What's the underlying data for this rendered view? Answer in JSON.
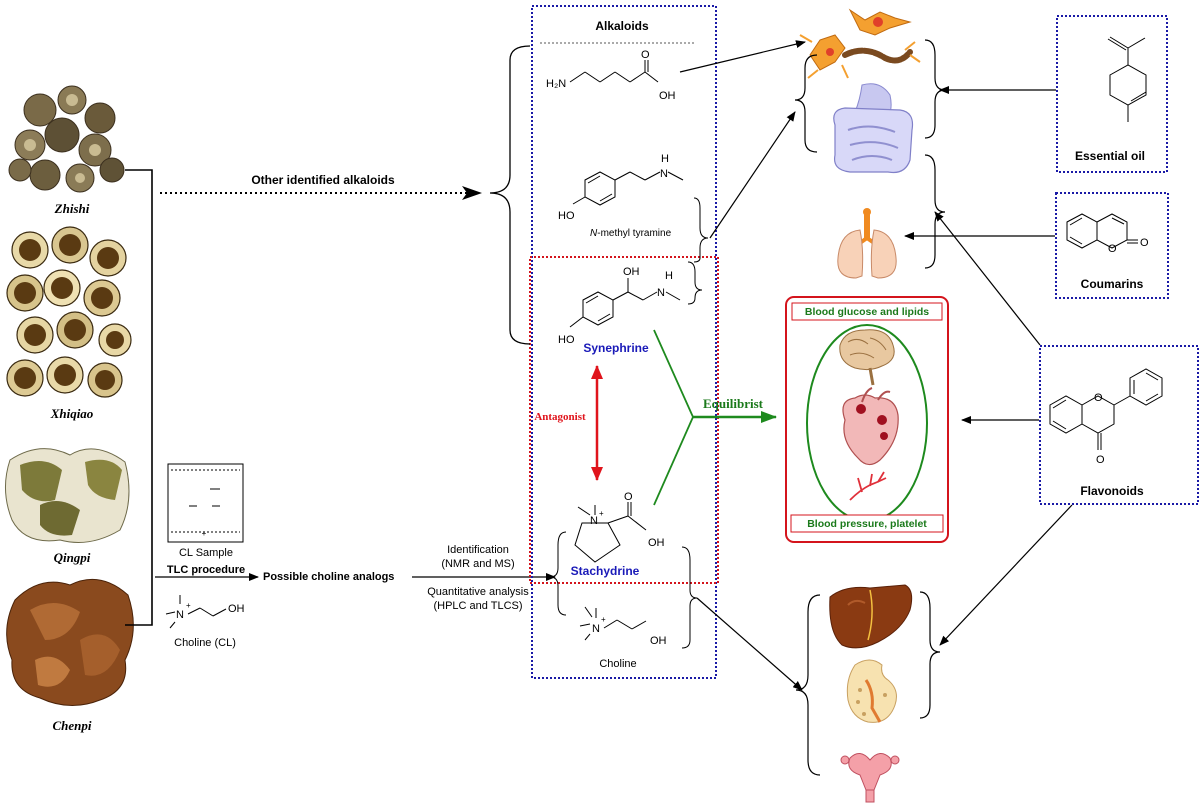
{
  "herbs": {
    "zhishi": "Zhishi",
    "xhiqiao": "Xhiqiao",
    "qingpi": "Qingpi",
    "chenpi": "Chenpi"
  },
  "flow": {
    "other_alkaloids": "Other identified alkaloids",
    "cl_sample": "CL Sample",
    "tlc_procedure": "TLC procedure",
    "possible_choline": "Possible choline analogs",
    "choline_cl": "Choline (CL)",
    "identification_1": "Identification",
    "identification_2": "(NMR and MS)",
    "quant_1": "Quantitative analysis",
    "quant_2": "(HPLC and TLCS)"
  },
  "alkaloids": {
    "title": "Alkaloids",
    "n_methyl_prefix": "N",
    "n_methyl_rest": "-methyl tyramine",
    "synephrine": "Synephrine",
    "stachydrine": "Stachydrine",
    "choline": "Choline",
    "antagonist": "Antagonist",
    "equilibrist": "Equilibrist"
  },
  "chem": {
    "h2n": "H₂N",
    "oh": "OH",
    "ho": "HO",
    "h": "H",
    "n": "N",
    "o": "O",
    "plus": "+"
  },
  "effects": {
    "glucose_lipids": "Blood glucose and lipids",
    "pressure_platelet": "Blood pressure, platelet"
  },
  "classes": {
    "essential_oil": "Essential oil",
    "coumarins": "Coumarins",
    "flavonoids": "Flavonoids"
  },
  "colors": {
    "blue_box": "#1a1aa6",
    "red_box": "#d4141c",
    "green": "#1e8a1e",
    "dark_green_text": "#1b7a1b",
    "synephrine_blue": "#1a1ab8"
  }
}
